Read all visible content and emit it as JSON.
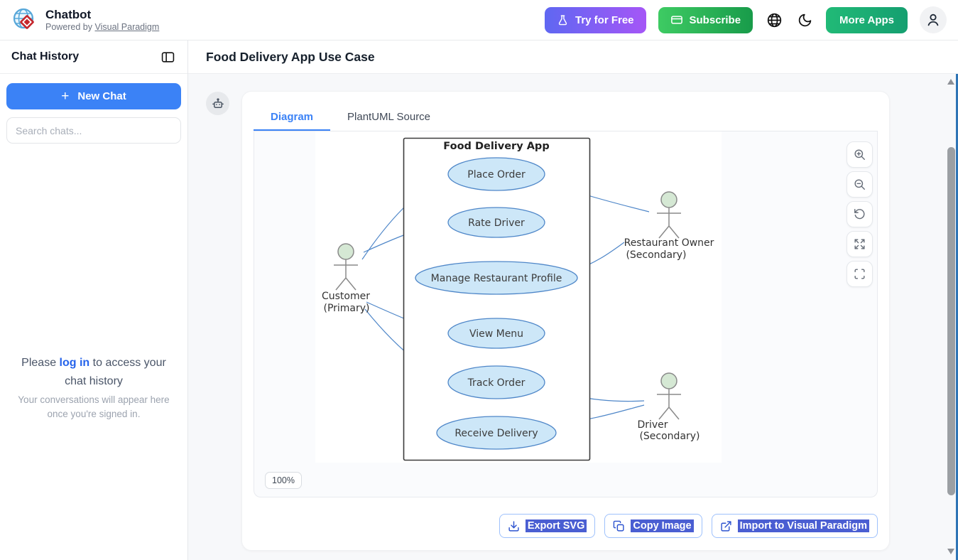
{
  "header": {
    "app_title": "Chatbot",
    "powered_by": "Powered by ",
    "powered_link": "Visual Paradigm",
    "try_free": "Try for Free",
    "subscribe": "Subscribe",
    "more_apps": "More Apps"
  },
  "sidebar": {
    "heading": "Chat History",
    "plus": "+",
    "new_chat": "New Chat",
    "search_placeholder": "Search chats...",
    "login": {
      "prefix": "Please ",
      "link": "log in",
      "suffix": " to access your chat history",
      "note": "Your conversations will appear here once you're signed in."
    }
  },
  "main": {
    "page_title": "Food Delivery App Use Case",
    "tabs": [
      {
        "label": "Diagram"
      },
      {
        "label": "PlantUML Source"
      }
    ],
    "zoom_percent": "100%",
    "actions": [
      {
        "label": "Export SVG",
        "icon": "download-icon"
      },
      {
        "label": "Copy Image",
        "icon": "copy-icon"
      },
      {
        "label": "Import to Visual Paradigm",
        "icon": "external-link-icon"
      }
    ]
  },
  "diagram": {
    "system": "Food Delivery App",
    "use_cases": [
      "Place Order",
      "Rate Driver",
      "Manage Restaurant Profile",
      "View Menu",
      "Track Order",
      "Receive Delivery"
    ],
    "actors": [
      {
        "name": "Customer",
        "role": "(Primary)"
      },
      {
        "name": "Restaurant Owner",
        "role": "(Secondary)"
      },
      {
        "name": "Driver",
        "role": "(Secondary)"
      }
    ],
    "associations": [
      [
        "Customer",
        "Place Order"
      ],
      [
        "Customer",
        "Rate Driver"
      ],
      [
        "Customer",
        "View Menu"
      ],
      [
        "Customer",
        "Track Order"
      ],
      [
        "Place Order",
        "Restaurant Owner"
      ],
      [
        "Manage Restaurant Profile",
        "Restaurant Owner"
      ],
      [
        "Track Order",
        "Driver"
      ],
      [
        "Receive Delivery",
        "Driver"
      ]
    ],
    "colors": {
      "usecase_fill": "#cde7f8",
      "usecase_border": "#4e86c8",
      "association_line": "#4e86c8",
      "actor_head_fill": "#d5e8d4",
      "actor_stroke": "#8a8a8a",
      "boundary_border": "#3b3b3b",
      "accent_blue": "#3b82f6",
      "selection_highlight": "#4a5ed2"
    }
  }
}
